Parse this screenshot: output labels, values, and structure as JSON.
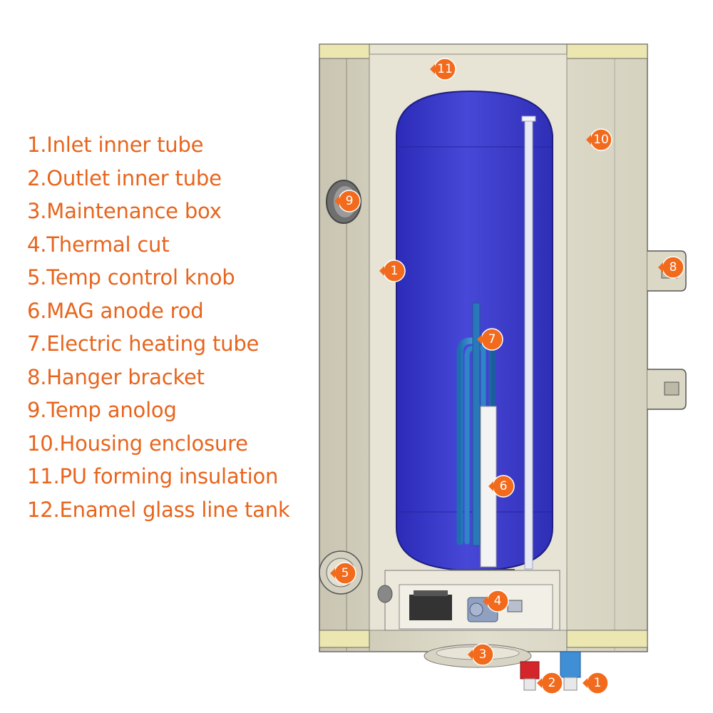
{
  "legend": [
    {
      "num": "1",
      "text": "1.Inlet inner tube"
    },
    {
      "num": "2",
      "text": "2.Outlet inner tube"
    },
    {
      "num": "3",
      "text": "3.Maintenance box"
    },
    {
      "num": "4",
      "text": "4.Thermal cut"
    },
    {
      "num": "5",
      "text": "5.Temp control knob"
    },
    {
      "num": "6",
      "text": "6.MAG anode rod"
    },
    {
      "num": "7",
      "text": "7.Electric heating tube"
    },
    {
      "num": "8",
      "text": "8.Hanger bracket"
    },
    {
      "num": "9",
      "text": "9.Temp anolog"
    },
    {
      "num": "10",
      "text": "10.Housing enclosure"
    },
    {
      "num": "11",
      "text": "11.PU forming insulation"
    },
    {
      "num": "12",
      "text": "12.Enamel glass line tank"
    }
  ],
  "callouts": [
    {
      "id": "11",
      "label": "11"
    },
    {
      "id": "10",
      "label": "10"
    },
    {
      "id": "9",
      "label": "9"
    },
    {
      "id": "8",
      "label": "8"
    },
    {
      "id": "1a",
      "label": "1"
    },
    {
      "id": "7",
      "label": "7"
    },
    {
      "id": "6",
      "label": "6"
    },
    {
      "id": "5",
      "label": "5"
    },
    {
      "id": "4",
      "label": "4"
    },
    {
      "id": "3",
      "label": "3"
    },
    {
      "id": "2",
      "label": "2"
    },
    {
      "id": "1b",
      "label": "1"
    }
  ],
  "colors": {
    "legend_text": "#e8641c",
    "callout": "#f26a1b",
    "tank_blue": "#3535c8",
    "housing": "#dcd8c6",
    "insulation_band": "#ece6b0"
  }
}
